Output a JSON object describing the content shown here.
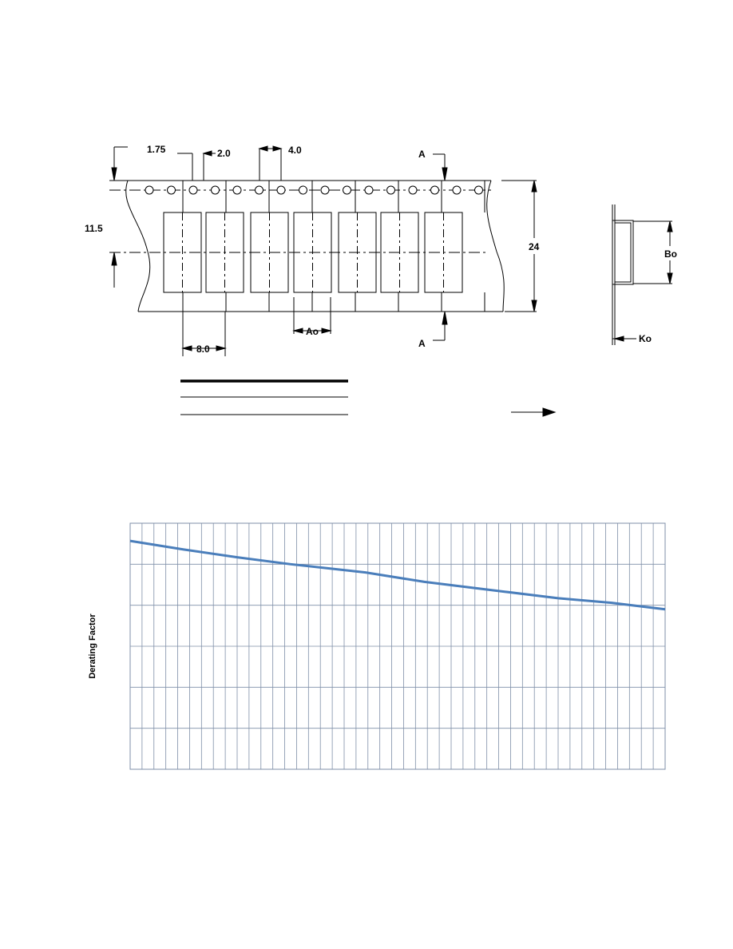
{
  "tape_diagram": {
    "dim_sprocket_edge": "1.75",
    "dim_hole_to_pocket": "2.0",
    "dim_hole_pitch": "4.0",
    "dim_center_offset": "11.5",
    "dim_tape_width": "24",
    "dim_pocket_pitch": "8.0",
    "dim_pocket_width": "Ao",
    "dim_pocket_length": "Bo",
    "dim_pocket_depth": "Ko",
    "section_label_top": "A",
    "section_label_bottom": "A"
  },
  "chart_data": {
    "type": "line",
    "title": "",
    "xlabel": "",
    "ylabel": "Derating Factor",
    "x_ticks": [],
    "y_ticks": [],
    "x_range": [
      0,
      100
    ],
    "y_range": [
      0,
      6
    ],
    "grid": true,
    "series": [
      {
        "x": [
          0,
          10,
          20,
          30,
          44,
          55,
          70,
          80,
          90,
          100
        ],
        "y": [
          5.57,
          5.36,
          5.17,
          5.0,
          4.8,
          4.57,
          4.33,
          4.17,
          4.06,
          3.9
        ]
      }
    ],
    "colors": {
      "line": "#4a7ebb",
      "grid": "#7f8fa8"
    }
  }
}
